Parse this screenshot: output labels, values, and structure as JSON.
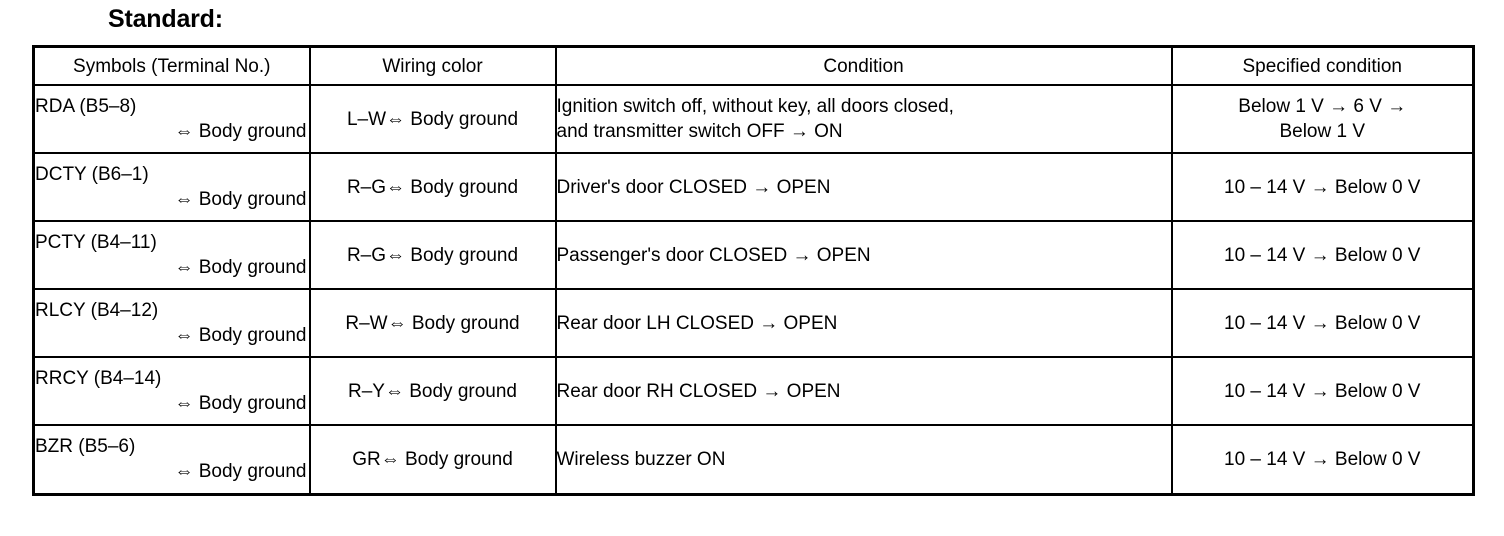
{
  "section": {
    "title": "Standard:"
  },
  "table": {
    "headers": [
      "Symbols (Terminal No.)",
      "Wiring color",
      "Condition",
      "Specified condition"
    ],
    "rows": [
      {
        "symbol_line1": "RDA (B5–8)",
        "symbol_line2": "⇔ Body ground",
        "wiring": "L–W⇔ Body ground",
        "condition_line1": "Ignition switch off, without key, all doors closed,",
        "condition_line2": "and transmitter switch OFF → ON",
        "spec_line1": "Below 1 V → 6 V →",
        "spec_line2": "Below 1 V"
      },
      {
        "symbol_line1": "DCTY (B6–1)",
        "symbol_line2": "⇔ Body ground",
        "wiring": "R–G⇔ Body ground",
        "condition_line1": "Driver's door CLOSED → OPEN",
        "condition_line2": "",
        "spec_line1": "10 – 14 V → Below 0 V",
        "spec_line2": ""
      },
      {
        "symbol_line1": "PCTY (B4–11)",
        "symbol_line2": "⇔ Body ground",
        "wiring": "R–G⇔ Body ground",
        "condition_line1": "Passenger's door CLOSED → OPEN",
        "condition_line2": "",
        "spec_line1": "10 – 14 V → Below 0 V",
        "spec_line2": ""
      },
      {
        "symbol_line1": "RLCY (B4–12)",
        "symbol_line2": "⇔ Body ground",
        "wiring": "R–W⇔ Body ground",
        "condition_line1": "Rear door LH CLOSED → OPEN",
        "condition_line2": "",
        "spec_line1": "10 – 14 V → Below 0 V",
        "spec_line2": ""
      },
      {
        "symbol_line1": "RRCY (B4–14)",
        "symbol_line2": "⇔ Body ground",
        "wiring": "R–Y⇔ Body ground",
        "condition_line1": "Rear door RH CLOSED → OPEN",
        "condition_line2": "",
        "spec_line1": "10 – 14 V → Below 0 V",
        "spec_line2": ""
      },
      {
        "symbol_line1": "BZR (B5–6)",
        "symbol_line2": "⇔ Body ground",
        "wiring": "GR⇔ Body ground",
        "condition_line1": "Wireless buzzer ON",
        "condition_line2": "",
        "spec_line1": "10 – 14 V → Below 0 V",
        "spec_line2": ""
      }
    ]
  },
  "colors": {
    "ink": "#000000",
    "paper": "#ffffff"
  }
}
